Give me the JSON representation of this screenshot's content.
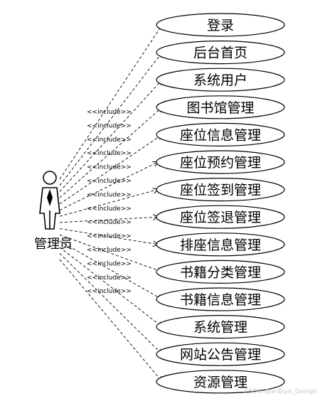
{
  "actor": {
    "label": "管理员"
  },
  "include_label": "<<include>>",
  "use_cases": [
    "登录",
    "后台首页",
    "系统用户",
    "图书馆管理",
    "座位信息管理",
    "座位预约管理",
    "座位签到管理",
    "座位签退管理",
    "排座信息管理",
    "书籍分类管理",
    "书籍信息管理",
    "系统管理",
    "网站公告管理",
    "资源管理"
  ],
  "watermark": "CSDN @w-Biye_Design"
}
